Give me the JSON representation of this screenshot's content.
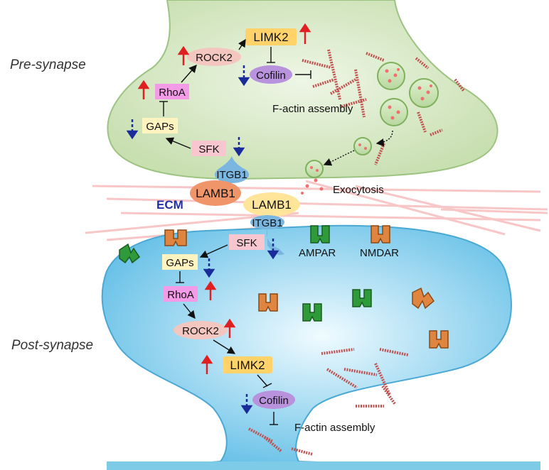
{
  "regions": {
    "pre": "Pre-synapse",
    "post": "Post-synapse",
    "ecm": "ECM"
  },
  "pre": {
    "limk2": "LIMK2",
    "rock2": "ROCK2",
    "cofilin": "Cofilin",
    "rhoa": "RhoA",
    "gaps": "GAPs",
    "sfk": "SFK",
    "itgb1": "ITGB1",
    "lamb1": "LAMB1",
    "factin": "F-actin assembly",
    "exocytosis": "Exocytosis"
  },
  "post": {
    "lamb1": "LAMB1",
    "itgb1": "ITGB1",
    "sfk": "SFK",
    "ampar": "AMPAR",
    "nmdar": "NMDAR",
    "gaps": "GAPs",
    "rhoa": "RhoA",
    "rock2": "ROCK2",
    "limk2": "LIMK2",
    "cofilin": "Cofilin",
    "factin": "F-actin assembly"
  },
  "colors": {
    "pre_fill": "#d6e8c4",
    "post_fill": "#7ecbe8",
    "up_arrow": "#e02020",
    "down_arrow": "#1a2c9a",
    "limk2_box": "#ffd36a",
    "rock2_box": "#f4c6c0",
    "cofilin_box": "#b892dc",
    "rhoa_box": "#f39be6",
    "gaps_box": "#fff4c0",
    "sfk_box": "#f7c6cf",
    "lamb1_pre": "#f0946a",
    "lamb1_post": "#ffe59a",
    "itgb1": "#7bb6e0",
    "ampar": "#2f9a3a",
    "nmdar": "#e08540"
  }
}
